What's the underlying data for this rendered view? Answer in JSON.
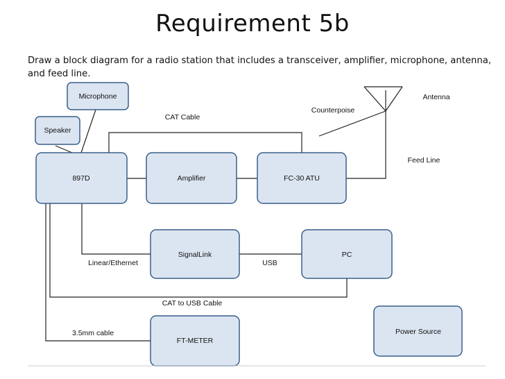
{
  "title": "Requirement 5b",
  "subtitle": "Draw a block diagram for a radio station that includes a transceiver, amplifier, microphone, antenna, and feed line.",
  "blocks": {
    "microphone": "Microphone",
    "speaker": "Speaker",
    "radio": "897D",
    "amplifier": "Amplifier",
    "tuner": "FC-30 ATU",
    "signallink": "SignalLink",
    "pc": "PC",
    "ftmeter": "FT-METER",
    "power": "Power Source"
  },
  "labels": {
    "cat_cable": "CAT Cable",
    "counterpoise": "Counterpoise",
    "antenna": "Antenna",
    "feed_line": "Feed Line",
    "linear_ethernet": "Linear/Ethernet",
    "usb": "USB",
    "cat_usb": "CAT to USB Cable",
    "cable_35": "3.5mm cable"
  }
}
